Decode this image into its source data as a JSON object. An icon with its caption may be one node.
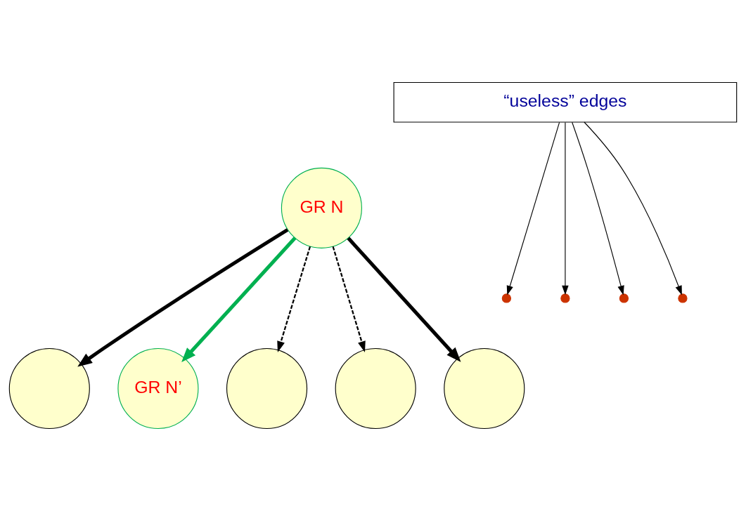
{
  "diagram": {
    "nodes": [
      {
        "text": [
          "“useless” edges"
        ]
      },
      {
        "text": [
          "GR N"
        ]
      },
      {
        "text": [],
        "shape": "circle"
      },
      {
        "text": [
          "GR N’"
        ]
      },
      {
        "text": [],
        "shape": "circle"
      },
      {
        "text": [],
        "shape": "circle"
      },
      {
        "text": [],
        "shape": "circle"
      }
    ],
    "edges": [
      {
        "from": 1,
        "to": 2,
        "arrow": "to",
        "style": "thick"
      },
      {
        "from": 1,
        "to": 3,
        "arrow": "to",
        "style": "thick",
        "color": "#00b050"
      },
      {
        "from": 1,
        "to": 4,
        "arrow": "to",
        "style": "dashed"
      },
      {
        "from": 1,
        "to": 5,
        "arrow": "to",
        "style": "dashed"
      },
      {
        "from": 1,
        "to": 6,
        "arrow": "to",
        "style": "thick"
      },
      {
        "from": 0,
        "to": null,
        "arrow": "to"
      },
      {
        "from": 0,
        "to": null,
        "arrow": "to"
      },
      {
        "from": 0,
        "to": null,
        "arrow": "to"
      },
      {
        "from": 0,
        "to": null,
        "arrow": "to"
      }
    ]
  }
}
